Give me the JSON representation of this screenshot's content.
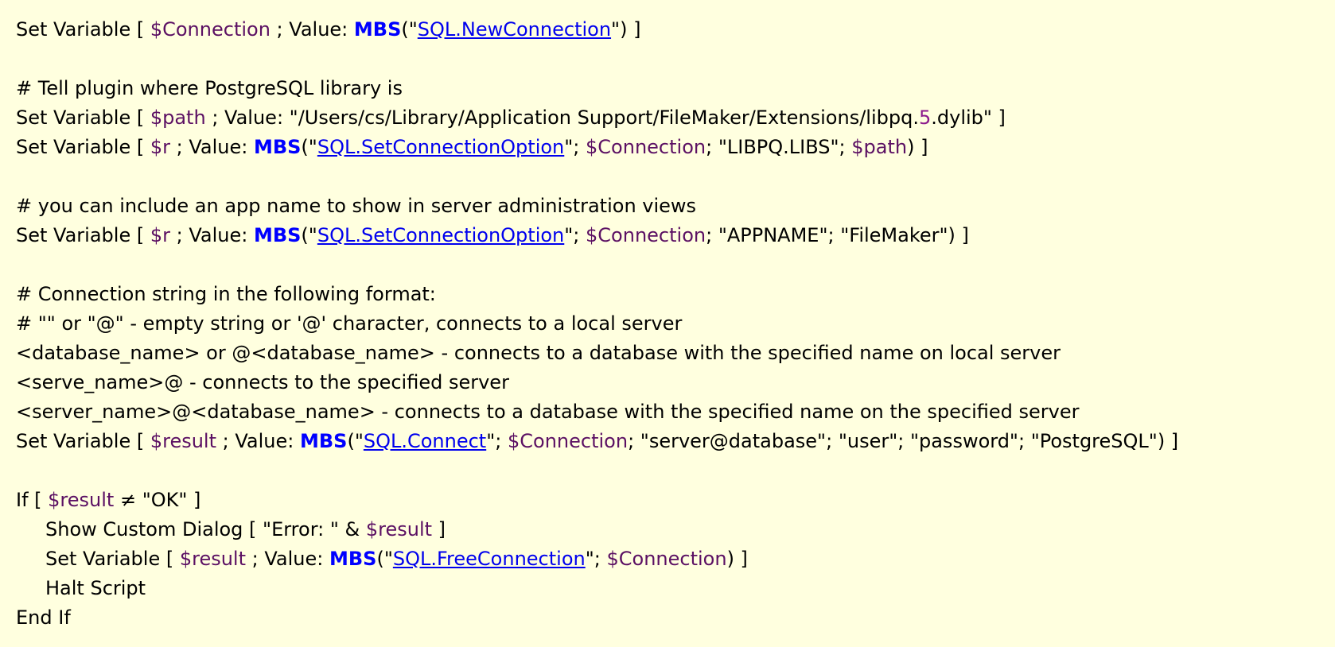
{
  "colors": {
    "background": "#ffffdf",
    "text": "#000000",
    "variable": "#5b1063",
    "number": "#8c1a8c",
    "function": "#0000ff",
    "link": "#0000ee"
  },
  "script_lines": [
    {
      "indent": false,
      "tokens": [
        {
          "text": "Set Variable [ "
        },
        {
          "text": "$Connection",
          "type": "var"
        },
        {
          "text": " ; Value: "
        },
        {
          "text": "MBS",
          "type": "fn"
        },
        {
          "text": "(\""
        },
        {
          "text": "SQL.NewConnection",
          "type": "link"
        },
        {
          "text": "\") ]"
        }
      ]
    },
    {
      "indent": false,
      "tokens": []
    },
    {
      "indent": false,
      "tokens": [
        {
          "text": "# Tell plugin where PostgreSQL library is"
        }
      ]
    },
    {
      "indent": false,
      "tokens": [
        {
          "text": "Set Variable [ "
        },
        {
          "text": "$path",
          "type": "var"
        },
        {
          "text": " ; Value: \"/Users/cs/Library/Application Support/FileMaker/Extensions/libpq."
        },
        {
          "text": "5",
          "type": "num"
        },
        {
          "text": ".dylib\" ]"
        }
      ]
    },
    {
      "indent": false,
      "tokens": [
        {
          "text": "Set Variable [ "
        },
        {
          "text": "$r",
          "type": "var"
        },
        {
          "text": " ; Value: "
        },
        {
          "text": "MBS",
          "type": "fn"
        },
        {
          "text": "(\""
        },
        {
          "text": "SQL.SetConnectionOption",
          "type": "link"
        },
        {
          "text": "\"; "
        },
        {
          "text": "$Connection",
          "type": "var"
        },
        {
          "text": "; \"LIBPQ.LIBS\"; "
        },
        {
          "text": "$path",
          "type": "var"
        },
        {
          "text": ") ]"
        }
      ]
    },
    {
      "indent": false,
      "tokens": []
    },
    {
      "indent": false,
      "tokens": [
        {
          "text": "# you can include an app name to show in server administration views"
        }
      ]
    },
    {
      "indent": false,
      "tokens": [
        {
          "text": "Set Variable [ "
        },
        {
          "text": "$r",
          "type": "var"
        },
        {
          "text": " ; Value: "
        },
        {
          "text": "MBS",
          "type": "fn"
        },
        {
          "text": "(\""
        },
        {
          "text": "SQL.SetConnectionOption",
          "type": "link"
        },
        {
          "text": "\"; "
        },
        {
          "text": "$Connection",
          "type": "var"
        },
        {
          "text": "; \"APPNAME\"; \"FileMaker\") ]"
        }
      ]
    },
    {
      "indent": false,
      "tokens": []
    },
    {
      "indent": false,
      "tokens": [
        {
          "text": "# Connection string in the following format:"
        }
      ]
    },
    {
      "indent": false,
      "tokens": [
        {
          "text": "# \"\" or \"@\" - empty string or '@' character, connects to a local server"
        }
      ]
    },
    {
      "indent": false,
      "tokens": [
        {
          "text": "<database_name> or @<database_name> - connects to a database with the specified name on local server"
        }
      ]
    },
    {
      "indent": false,
      "tokens": [
        {
          "text": "<serve_name>@ - connects to the specified server"
        }
      ]
    },
    {
      "indent": false,
      "tokens": [
        {
          "text": "<server_name>@<database_name> - connects to a database with the specified name on the specified server"
        }
      ]
    },
    {
      "indent": false,
      "tokens": [
        {
          "text": "Set Variable [ "
        },
        {
          "text": "$result",
          "type": "var"
        },
        {
          "text": " ; Value: "
        },
        {
          "text": "MBS",
          "type": "fn"
        },
        {
          "text": "(\""
        },
        {
          "text": "SQL.Connect",
          "type": "link"
        },
        {
          "text": "\"; "
        },
        {
          "text": "$Connection",
          "type": "var"
        },
        {
          "text": "; \"server@database\"; \"user\"; \"password\"; \"PostgreSQL\") ]"
        }
      ]
    },
    {
      "indent": false,
      "tokens": []
    },
    {
      "indent": false,
      "tokens": [
        {
          "text": "If [ "
        },
        {
          "text": "$result",
          "type": "var"
        },
        {
          "text": " ≠ \"OK\" ]"
        }
      ]
    },
    {
      "indent": true,
      "tokens": [
        {
          "text": "Show Custom Dialog [ \"Error: \" & "
        },
        {
          "text": "$result",
          "type": "var"
        },
        {
          "text": " ]"
        }
      ]
    },
    {
      "indent": true,
      "tokens": [
        {
          "text": "Set Variable [ "
        },
        {
          "text": "$result",
          "type": "var"
        },
        {
          "text": " ; Value: "
        },
        {
          "text": "MBS",
          "type": "fn"
        },
        {
          "text": "(\""
        },
        {
          "text": "SQL.FreeConnection",
          "type": "link"
        },
        {
          "text": "\"; "
        },
        {
          "text": "$Connection",
          "type": "var"
        },
        {
          "text": ") ]"
        }
      ]
    },
    {
      "indent": true,
      "tokens": [
        {
          "text": "Halt Script"
        }
      ]
    },
    {
      "indent": false,
      "tokens": [
        {
          "text": "End If"
        }
      ]
    }
  ]
}
